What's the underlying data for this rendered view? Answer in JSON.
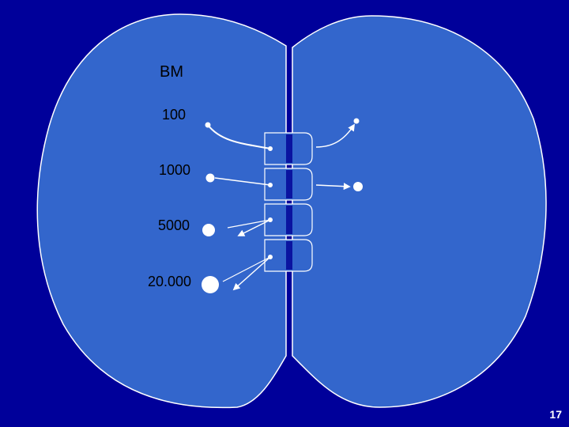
{
  "slide": {
    "title": "BM",
    "rows": [
      {
        "label": "100"
      },
      {
        "label": "1000"
      },
      {
        "label": "5000"
      },
      {
        "label": "20.000"
      }
    ],
    "page_number": "17"
  },
  "colors": {
    "background": "#00009a",
    "lobe_fill": "#3366cc",
    "outline": "#ffffff",
    "channel_bar": "#0a14a0",
    "text": "#000000"
  }
}
